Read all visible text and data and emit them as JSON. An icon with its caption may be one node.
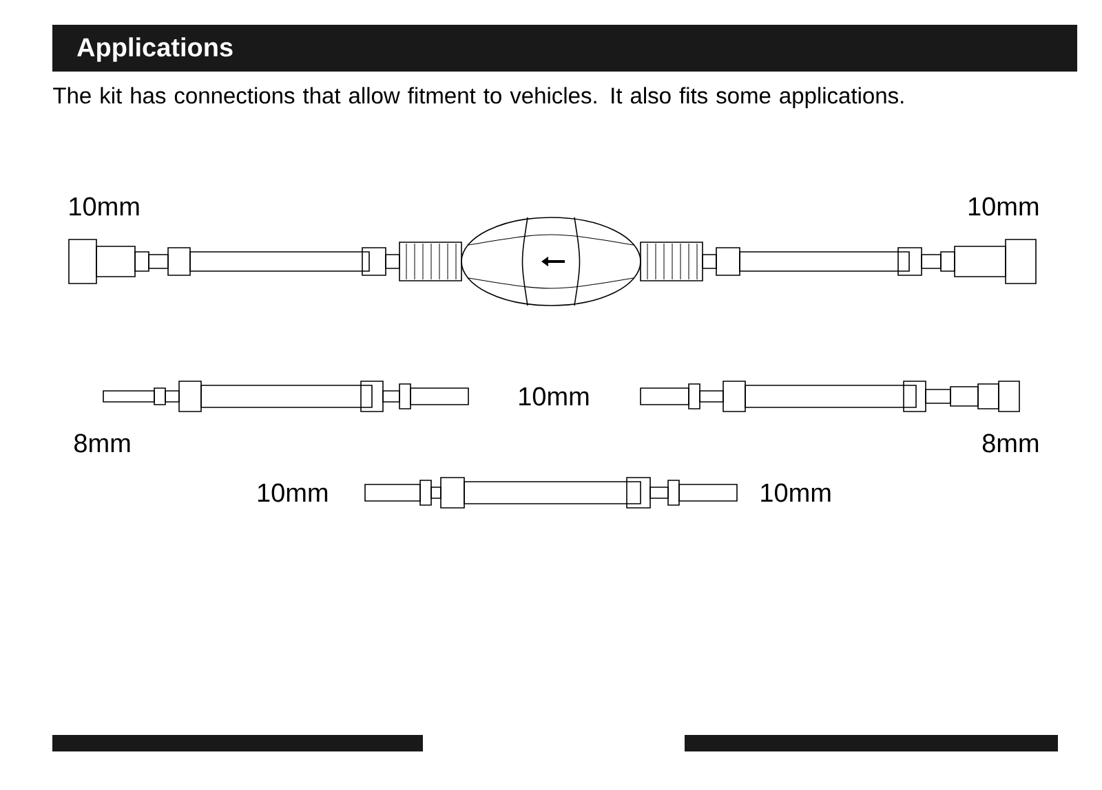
{
  "diagram": {
    "title": "Applications",
    "labels": [
      "The kit has connections that allow fitment to vehicles. It also fits some applications.",
      "10mm",
      "10mm",
      "10mm",
      "8mm",
      "8mm",
      "10mm",
      "10mm"
    ]
  }
}
